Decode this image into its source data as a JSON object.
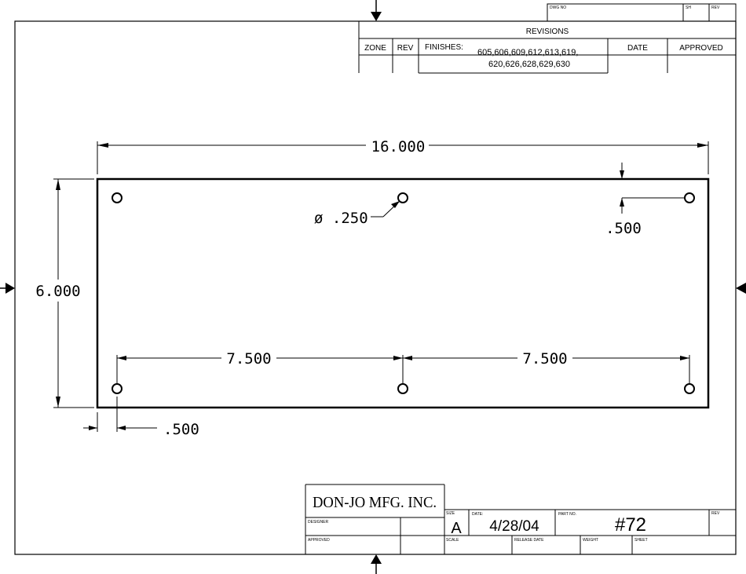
{
  "header_block": {
    "dwg_no_label": "DWG NO",
    "sh_label": "SH",
    "rev_label": "REV"
  },
  "revisions": {
    "title": "REVISIONS",
    "zone": "ZONE",
    "rev": "REV",
    "finishes_label": "FINISHES:",
    "finishes_line1": "605,606,609,612,613,619,",
    "finishes_line2": "620,626,628,629,630",
    "date": "DATE",
    "approved": "APPROVED"
  },
  "dimensions": {
    "overall_width": "16.000",
    "overall_height": "6.000",
    "hole_diameter": "ø .250",
    "top_offset": ".500",
    "left_offset": ".500",
    "spacing_left": "7.500",
    "spacing_right": "7.500"
  },
  "title_block": {
    "company": "DON-JO MFG. INC.",
    "designer_label": "DESIGNER",
    "approved_label": "APPROVED",
    "size_label": "SIZE",
    "size_value": "A",
    "date_label": "DATE:",
    "date_value": "4/28/04",
    "part_no_label": "PART NO.",
    "part_no_value": "#72",
    "rev_label": "REV",
    "scale_label": "SCALE",
    "release_date_label": "RELEASE DATE",
    "weight_label": "WEIGHT",
    "sheet_label": "SHEET"
  }
}
